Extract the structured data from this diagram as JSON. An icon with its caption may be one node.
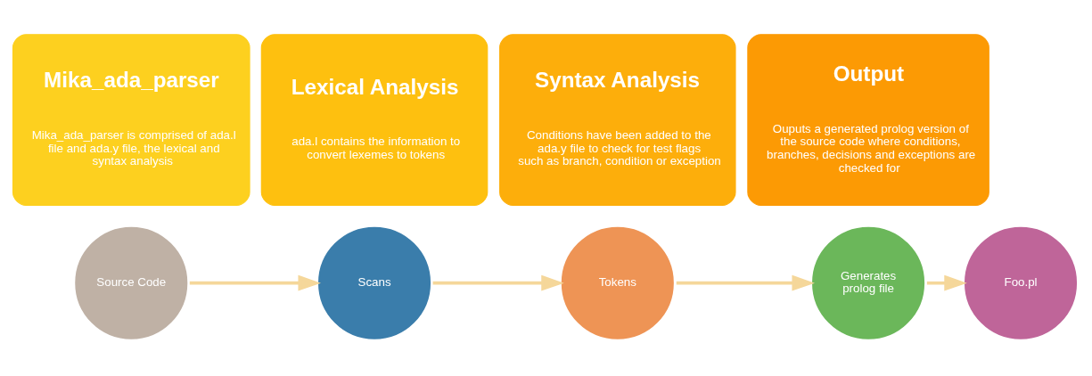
{
  "diagram": {
    "nodes": [
      {
        "text": [
          "Mika_ada_parser",
          "Mika_ada_parser is comprised of ada.l file and ada.y file, the lexical and syntax analysis"
        ]
      },
      {
        "text": [
          "Lexical Analysis",
          "ada.l contains the information to convert lexemes to tokens"
        ]
      },
      {
        "text": [
          "Syntax Analysis",
          "Conditions have been added to the ada.y file to check for test flags such as branch, condition or exception"
        ]
      },
      {
        "text": [
          "Output",
          "Ouputs a generated prolog version of the source code where conditions, branches, decisions and exceptions are checked for"
        ]
      },
      {
        "text": [
          "Source Code"
        ]
      },
      {
        "text": [
          "Scans"
        ]
      },
      {
        "text": [
          "Tokens"
        ]
      },
      {
        "text": [
          "Generates prolog file"
        ]
      },
      {
        "text": [
          "Foo.pl"
        ]
      }
    ],
    "edges": [
      {
        "from": 4,
        "to": 5,
        "arrow": "to"
      },
      {
        "from": 5,
        "to": 6,
        "arrow": "to"
      },
      {
        "from": 6,
        "to": 7,
        "arrow": "to"
      },
      {
        "from": 7,
        "to": 8,
        "arrow": "to"
      }
    ]
  }
}
